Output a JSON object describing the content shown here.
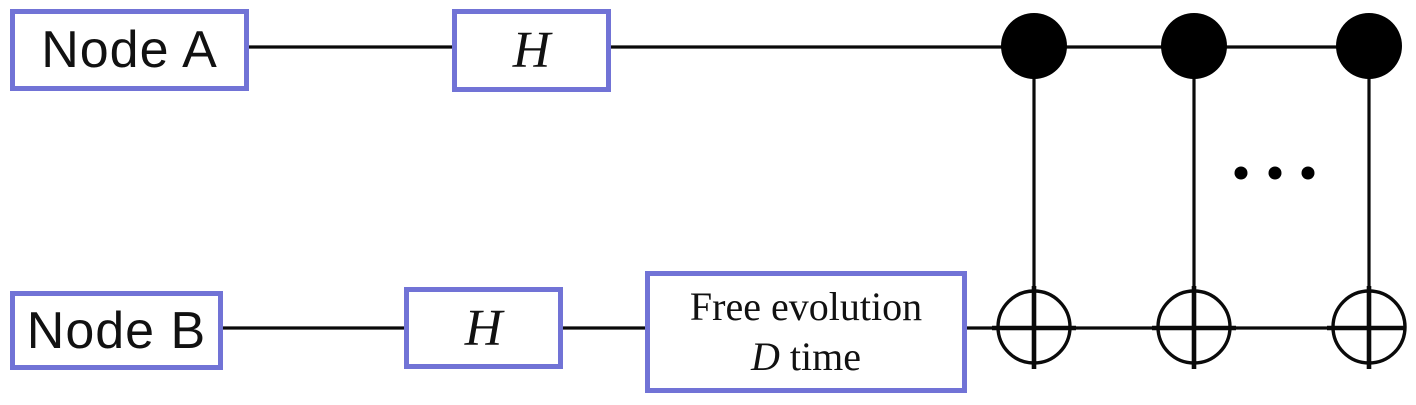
{
  "figure": {
    "type": "quantum-circuit-diagram",
    "colors": {
      "box_border": "#7173d6",
      "wire": "#0a0a0a",
      "background": "#ffffff",
      "gate_fill": "#000000"
    },
    "boxes": {
      "node_a": {
        "label": "Node A"
      },
      "node_b": {
        "label": "Node B"
      },
      "h_top": {
        "label": "H"
      },
      "h_bottom": {
        "label": "H"
      },
      "free_evolution": {
        "line1": "Free evolution",
        "line2_var": "D",
        "line2_rest": "time"
      }
    },
    "gates": {
      "cnot_count_shown": 3,
      "control_wire": "Node A",
      "target_wire": "Node B",
      "ellipsis_between": "gate 2 and gate 3"
    }
  }
}
